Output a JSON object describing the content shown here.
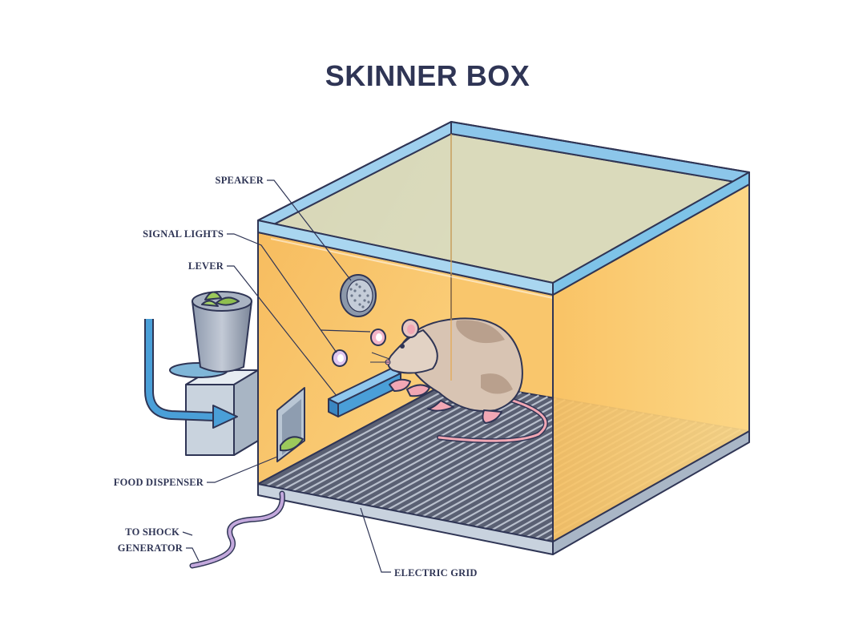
{
  "title": "SKINNER BOX",
  "labels": {
    "speaker": "SPEAKER",
    "signal_lights": "SIGNAL LIGHTS",
    "lever": "LEVER",
    "food_dispenser": "FOOD DISPENSER",
    "shock_line1": "TO SHOCK",
    "shock_line2": "GENERATOR",
    "electric_grid": "ELECTRIC GRID"
  },
  "colors": {
    "title": "#2f3555",
    "wall": "#f8bf5e",
    "glass": "#cfe0d6",
    "glass_edge": "#7ec3e8",
    "lever": "#4a9fd8",
    "arrow": "#4a9fd8",
    "grid": "#5a6073",
    "rat": "#d8c4b3",
    "cable": "#a98bc4"
  }
}
